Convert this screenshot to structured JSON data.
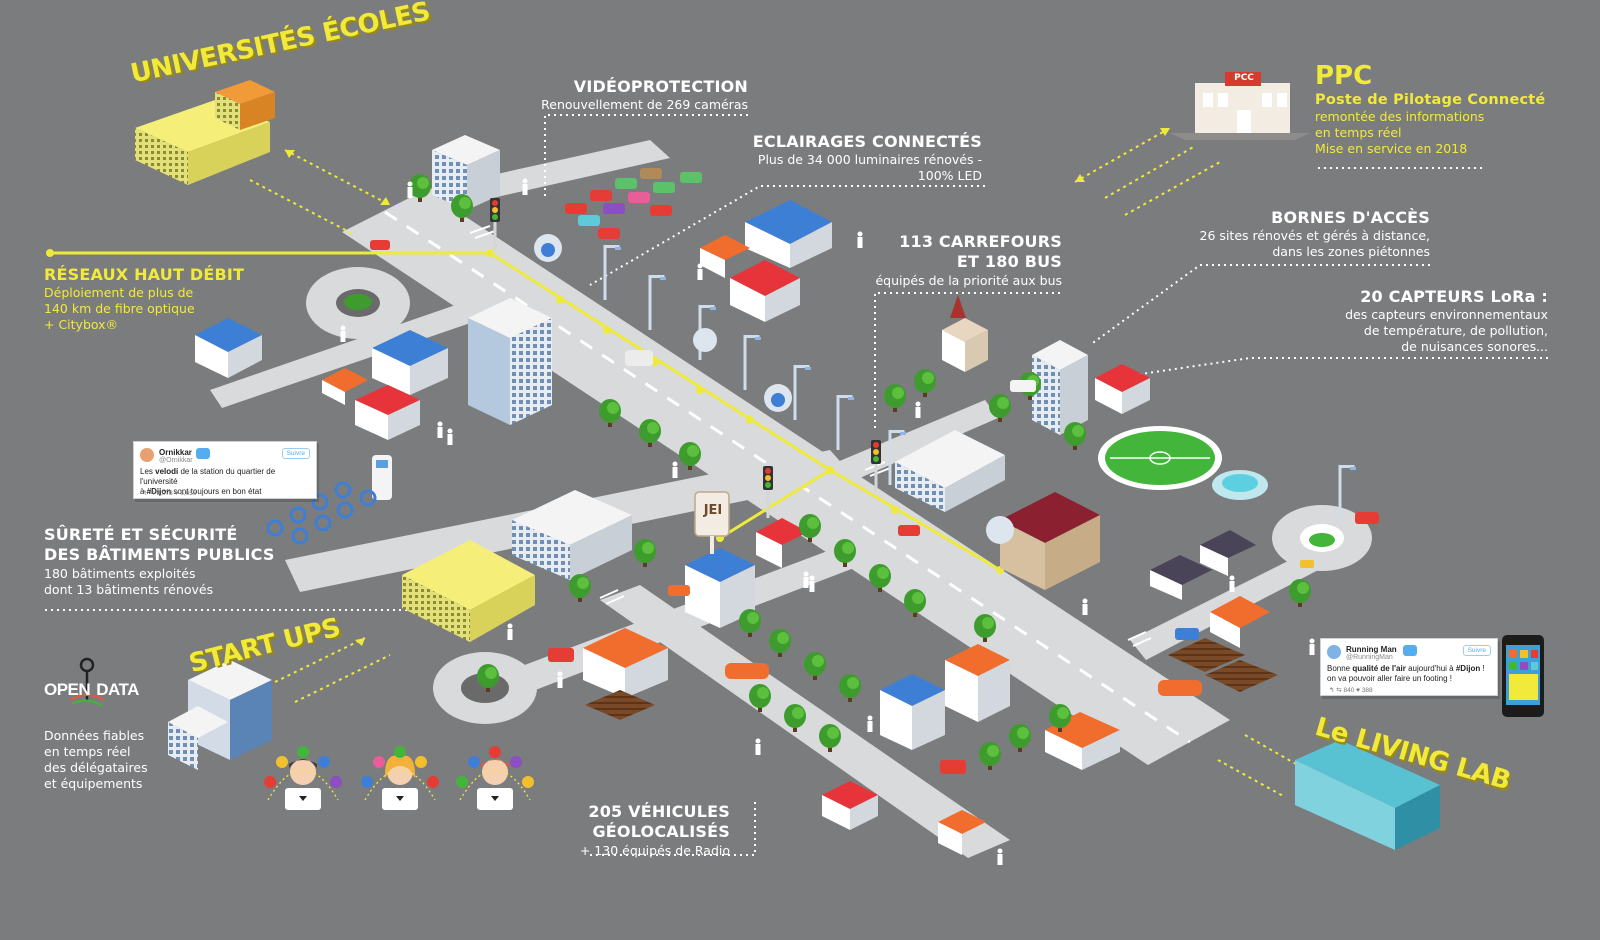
{
  "labels": {
    "universites": "UNIVERSITÉS ÉCOLES",
    "startups": "START UPS",
    "living_lab": "Le LIVING LAB",
    "ppc_badge": "PCC",
    "jei": "JEI",
    "ppc": {
      "title": "PPC",
      "subtitle": "Poste de Pilotage Connecté",
      "lines": [
        "remontée des informations",
        "en temps réel",
        "Mise en service en 2018"
      ]
    },
    "videoprotection": {
      "title": "VIDÉOPROTECTION",
      "desc": "Renouvellement de 269 caméras"
    },
    "eclairages": {
      "title": "ECLAIRAGES CONNECTÉS",
      "lines": [
        "Plus de 34 000 luminaires rénovés -",
        "100% LED"
      ]
    },
    "carrefours": {
      "lines": [
        "113 CARREFOURS",
        "ET 180 BUS"
      ],
      "desc": "équipés de la priorité aux bus"
    },
    "bornes": {
      "title": "BORNES D'ACCÈS",
      "lines": [
        "26 sites rénovés et gérés à distance,",
        "dans les zones piétonnes"
      ]
    },
    "capteurs": {
      "title": "20 CAPTEURS LoRa :",
      "lines": [
        "des capteurs environnementaux",
        "de température, de pollution,",
        "de nuisances sonores..."
      ]
    },
    "reseaux": {
      "title": "RÉSEAUX HAUT DÉBIT",
      "lines": [
        "Déploiement de plus de",
        "140 km de fibre optique",
        "+ Citybox®"
      ]
    },
    "surete": {
      "lines": [
        "SÛRETÉ ET SÉCURITÉ",
        "DES BÂTIMENTS PUBLICS"
      ],
      "desc": [
        "180 bâtiments exploités",
        "dont 13 bâtiments rénovés"
      ]
    },
    "opendata": {
      "title_left": "OPEN",
      "title_right": "DATA",
      "lines": [
        "Données fiables",
        "en temps réel",
        "des délégataires",
        "et équipements"
      ]
    },
    "vehicules": {
      "lines": [
        "205 VÉHICULES",
        "GÉOLOCALISÉS"
      ],
      "desc": "+ 130 équipés de Radio"
    }
  },
  "tweets": [
    {
      "name": "Ornikkar",
      "handle": "@Ornikkar",
      "follow": "Suivre",
      "line1_a": "Les ",
      "line1_b": "velodi",
      "line1_c": " de la station du quartier de l'université",
      "line2_a": "à ",
      "line2_b": "#Dijon",
      "line2_c": " sont toujours en bon état",
      "footer": "↰   ⇆ 3,073   ♥ 6,056"
    },
    {
      "name": "Running Man",
      "handle": "@RunningMan",
      "follow": "Suivre",
      "line1_a": "Bonne ",
      "line1_b": "qualité de l'air",
      "line1_c": " aujourd'hui à ",
      "line1_d": "#Dijon",
      "line1_e": " !",
      "line2": "on va pouvoir aller faire un footing !",
      "footer": "↰   ⇆ 840   ♥ 388"
    }
  ],
  "colors": {
    "background": "#7b7c7e",
    "road": "#d9dadb",
    "fiber": "#eeea3c",
    "accent_yellow": "#f2ea3a"
  }
}
